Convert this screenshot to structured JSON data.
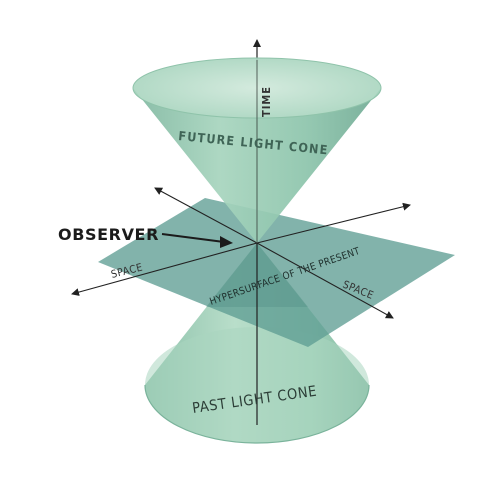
{
  "labels": {
    "time": "TIME",
    "future_light_cone": "FUTURE LIGHT CONE",
    "observer": "OBSERVER",
    "space_left": "SPACE",
    "space_right": "SPACE",
    "hypersurface": "HYPERSURFACE OF THE PRESENT",
    "past_light_cone": "PAST LIGHT CONE"
  },
  "colors": {
    "cone_light": "#b9dcc8",
    "cone_mid": "#9fcfb7",
    "cone_dark": "#6fa991",
    "plane": "#5f9e93",
    "axis": "#222222",
    "text": "#333333"
  }
}
